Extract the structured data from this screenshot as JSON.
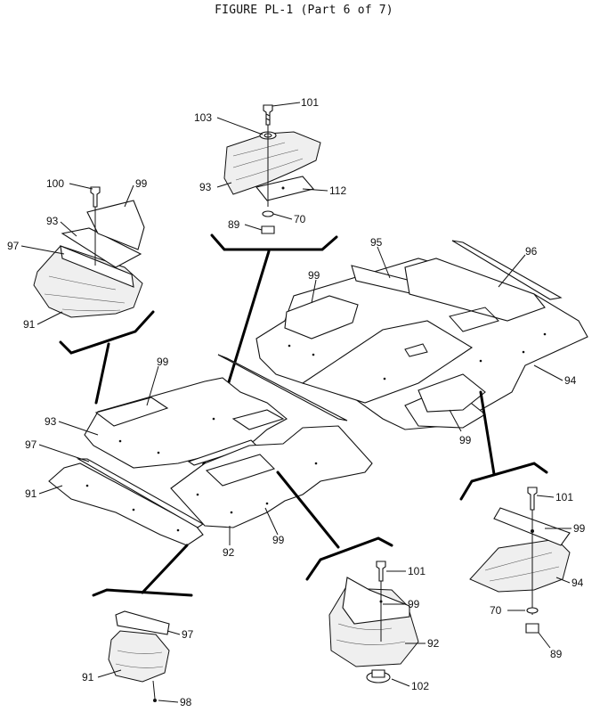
{
  "title": "FIGURE PL-1 (Part 6 of 7)",
  "callouts": {
    "c101_top": "101",
    "c103": "103",
    "c93_top": "93",
    "c112": "112",
    "c70_top": "70",
    "c89_top": "89",
    "c100": "100",
    "c99_tl": "99",
    "c93_tl": "93",
    "c97_tl": "97",
    "c91_tl": "91",
    "c95": "95",
    "c96": "96",
    "c99_mid": "99",
    "c94_mid": "94",
    "c99_rmid": "99",
    "c99_left": "99",
    "c93_left": "93",
    "c97_left": "97",
    "c91_left": "91",
    "c92": "92",
    "c99_c": "99",
    "c101_c": "101",
    "c99_cd": "99",
    "c92_cd": "92",
    "c102": "102",
    "c101_r": "101",
    "c99_r": "99",
    "c94_r": "94",
    "c70_r": "70",
    "c89_r": "89",
    "c97_bl": "97",
    "c91_bl": "91",
    "c98": "98"
  }
}
